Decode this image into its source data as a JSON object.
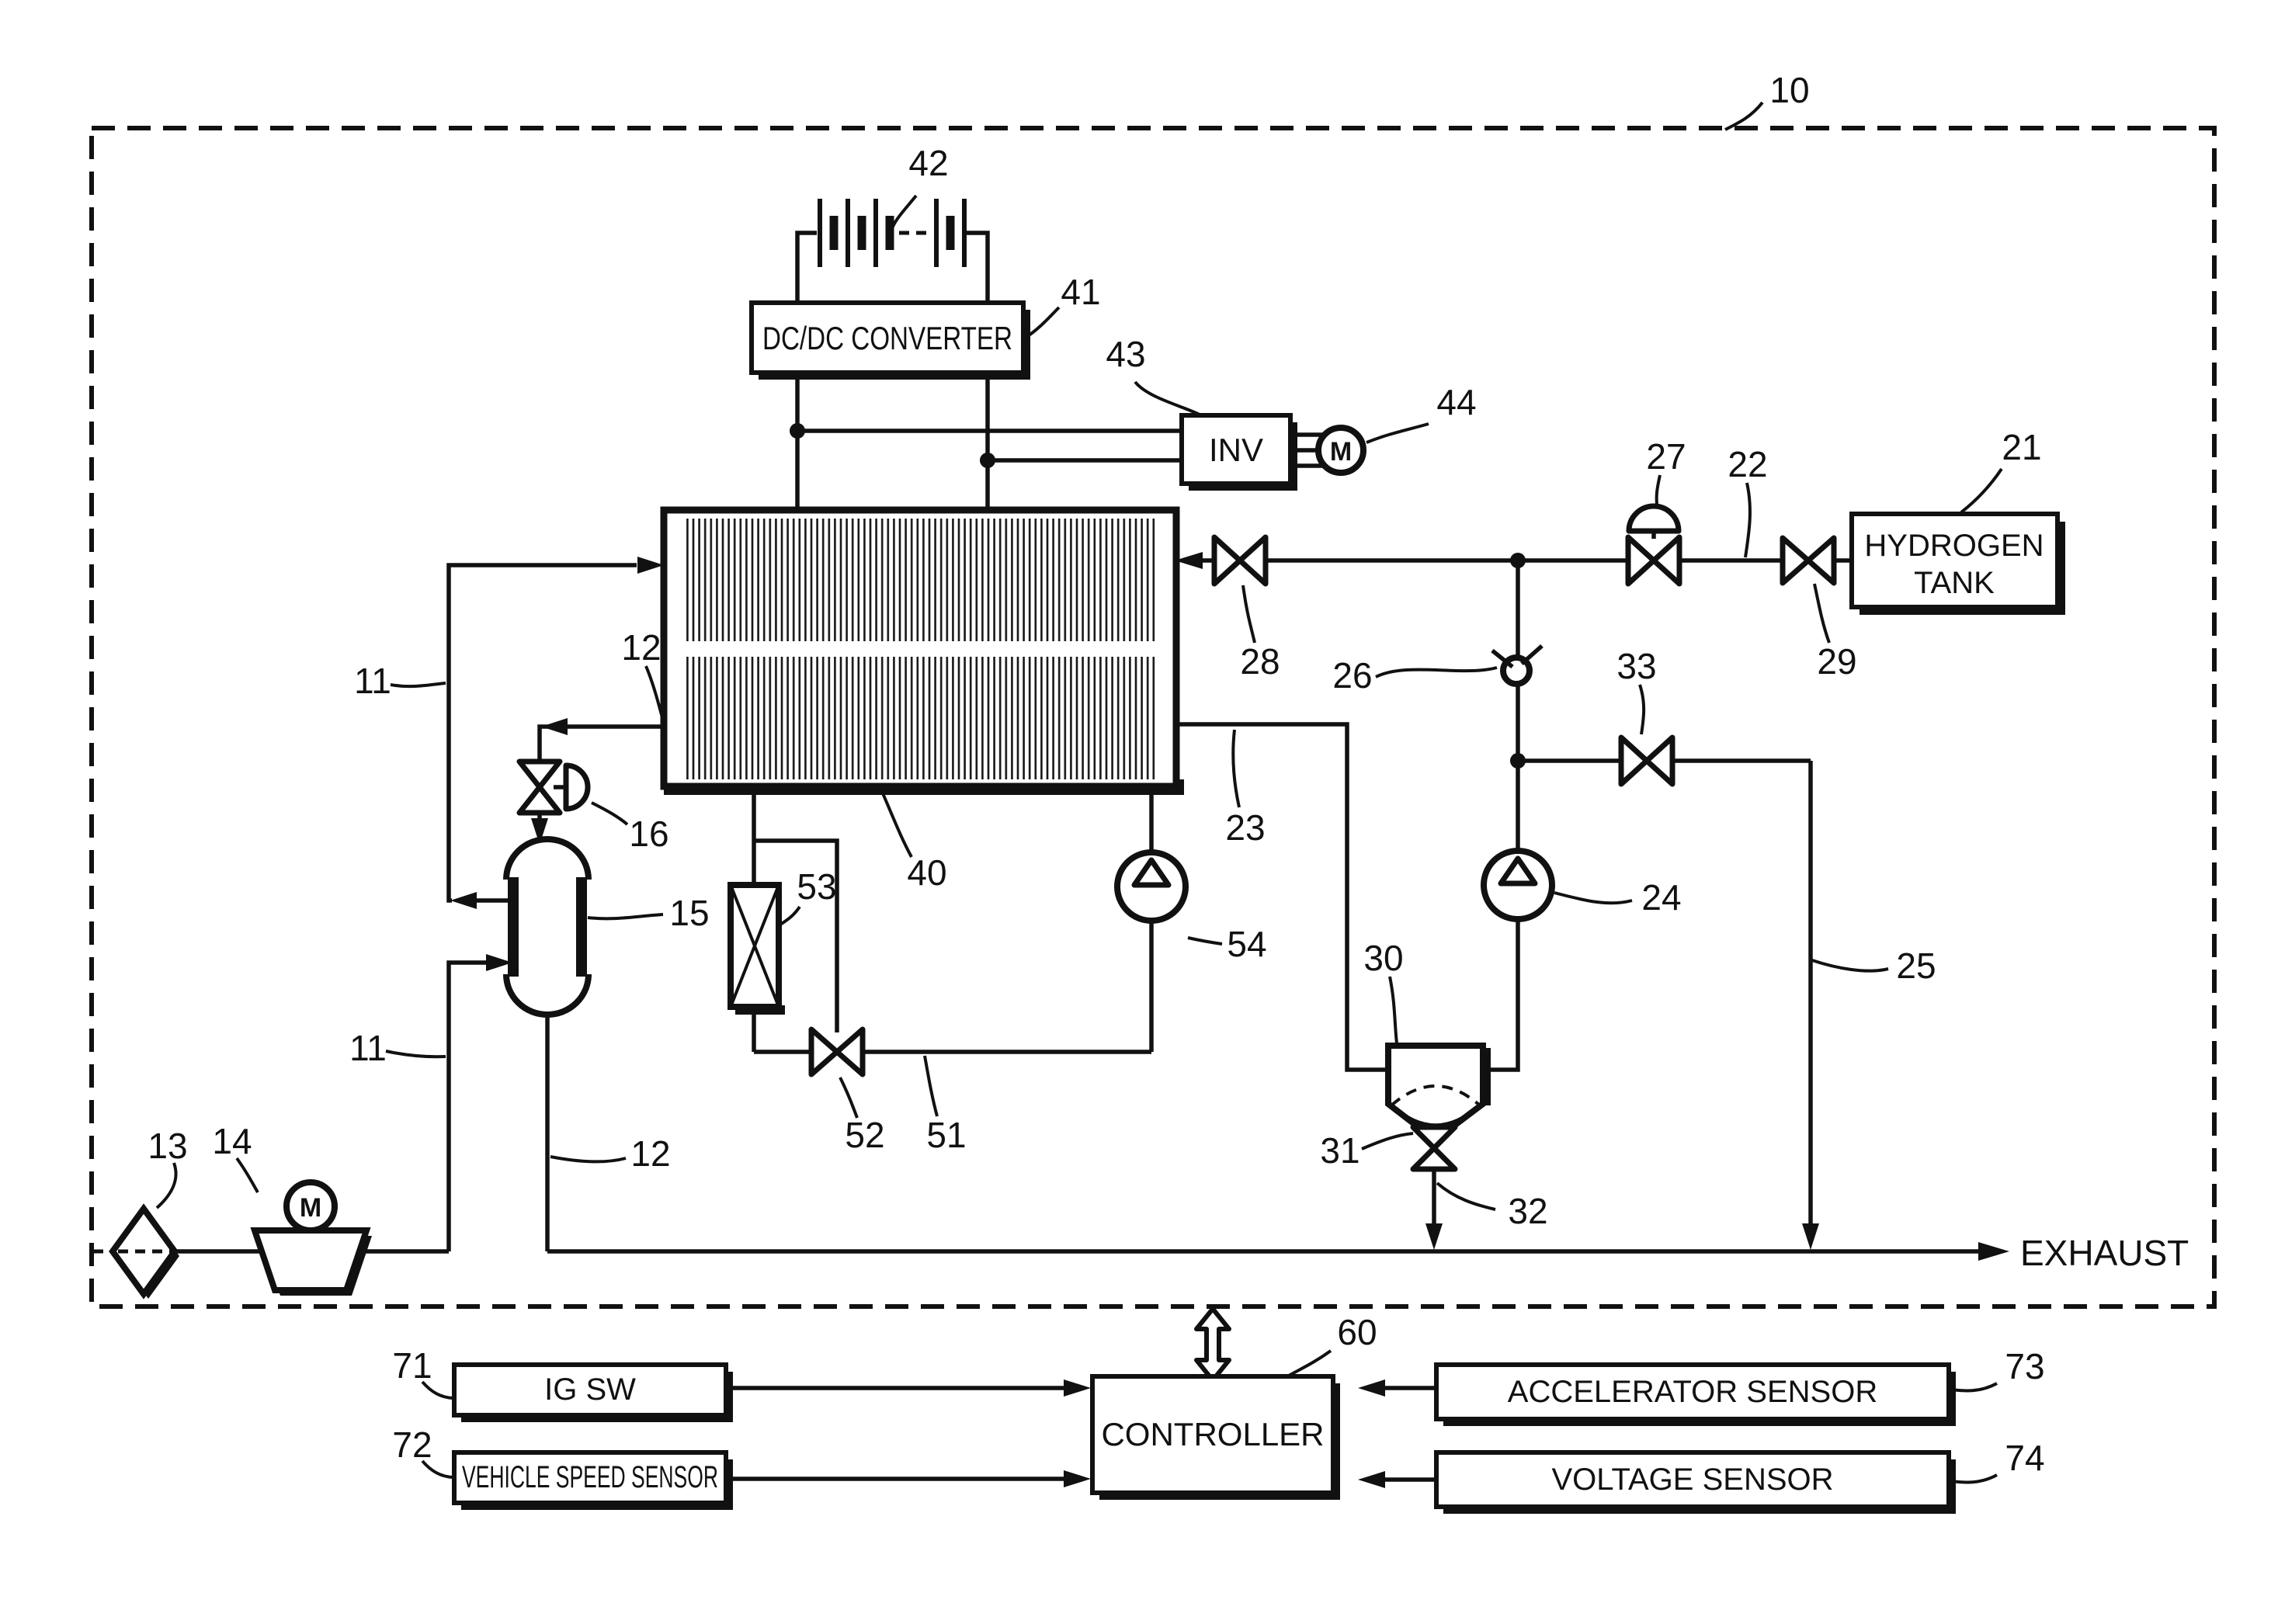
{
  "figure": {
    "kind": "fuel-cell-system-patent-diagram"
  },
  "colors": {
    "ink": "#111111",
    "paper": "#ffffff"
  },
  "blocks": {
    "dcdc": "DC/DC CONVERTER",
    "inv": "INV",
    "motor_m": "M",
    "blower_m": "M",
    "hydrogen_tank_line1": "HYDROGEN",
    "hydrogen_tank_line2": "TANK",
    "controller": "CONTROLLER",
    "ig_sw": "IG SW",
    "vehicle_speed_sensor": "VEHICLE SPEED SENSOR",
    "accelerator_sensor": "ACCELERATOR SENSOR",
    "voltage_sensor": "VOLTAGE SENSOR",
    "exhaust": "EXHAUST"
  },
  "refs": {
    "system": "10",
    "air_passage": "11",
    "offgas_passage": "12",
    "air_filter": "13",
    "air_blower": "14",
    "humidifier": "15",
    "humidifier_valve": "16",
    "hydrogen_tank": "21",
    "hydrogen_line": "22",
    "anode_line": "23",
    "recirc_pump": "24",
    "purge_line": "25",
    "check_valve": "26",
    "regulator_valve": "27",
    "stack_inlet_valve": "28",
    "tank_valve": "29",
    "separator": "30",
    "drain_valve": "31",
    "drain_line": "32",
    "purge_valve": "33",
    "fuel_cell_stack": "40",
    "dcdc_converter": "41",
    "battery": "42",
    "inverter": "43",
    "drive_motor": "44",
    "cooling_line": "51",
    "cooling_valve": "52",
    "radiator": "53",
    "cooling_pump": "54",
    "controller": "60",
    "ig_sw": "71",
    "vehicle_speed_sensor": "72",
    "accelerator_sensor": "73",
    "voltage_sensor": "74"
  }
}
